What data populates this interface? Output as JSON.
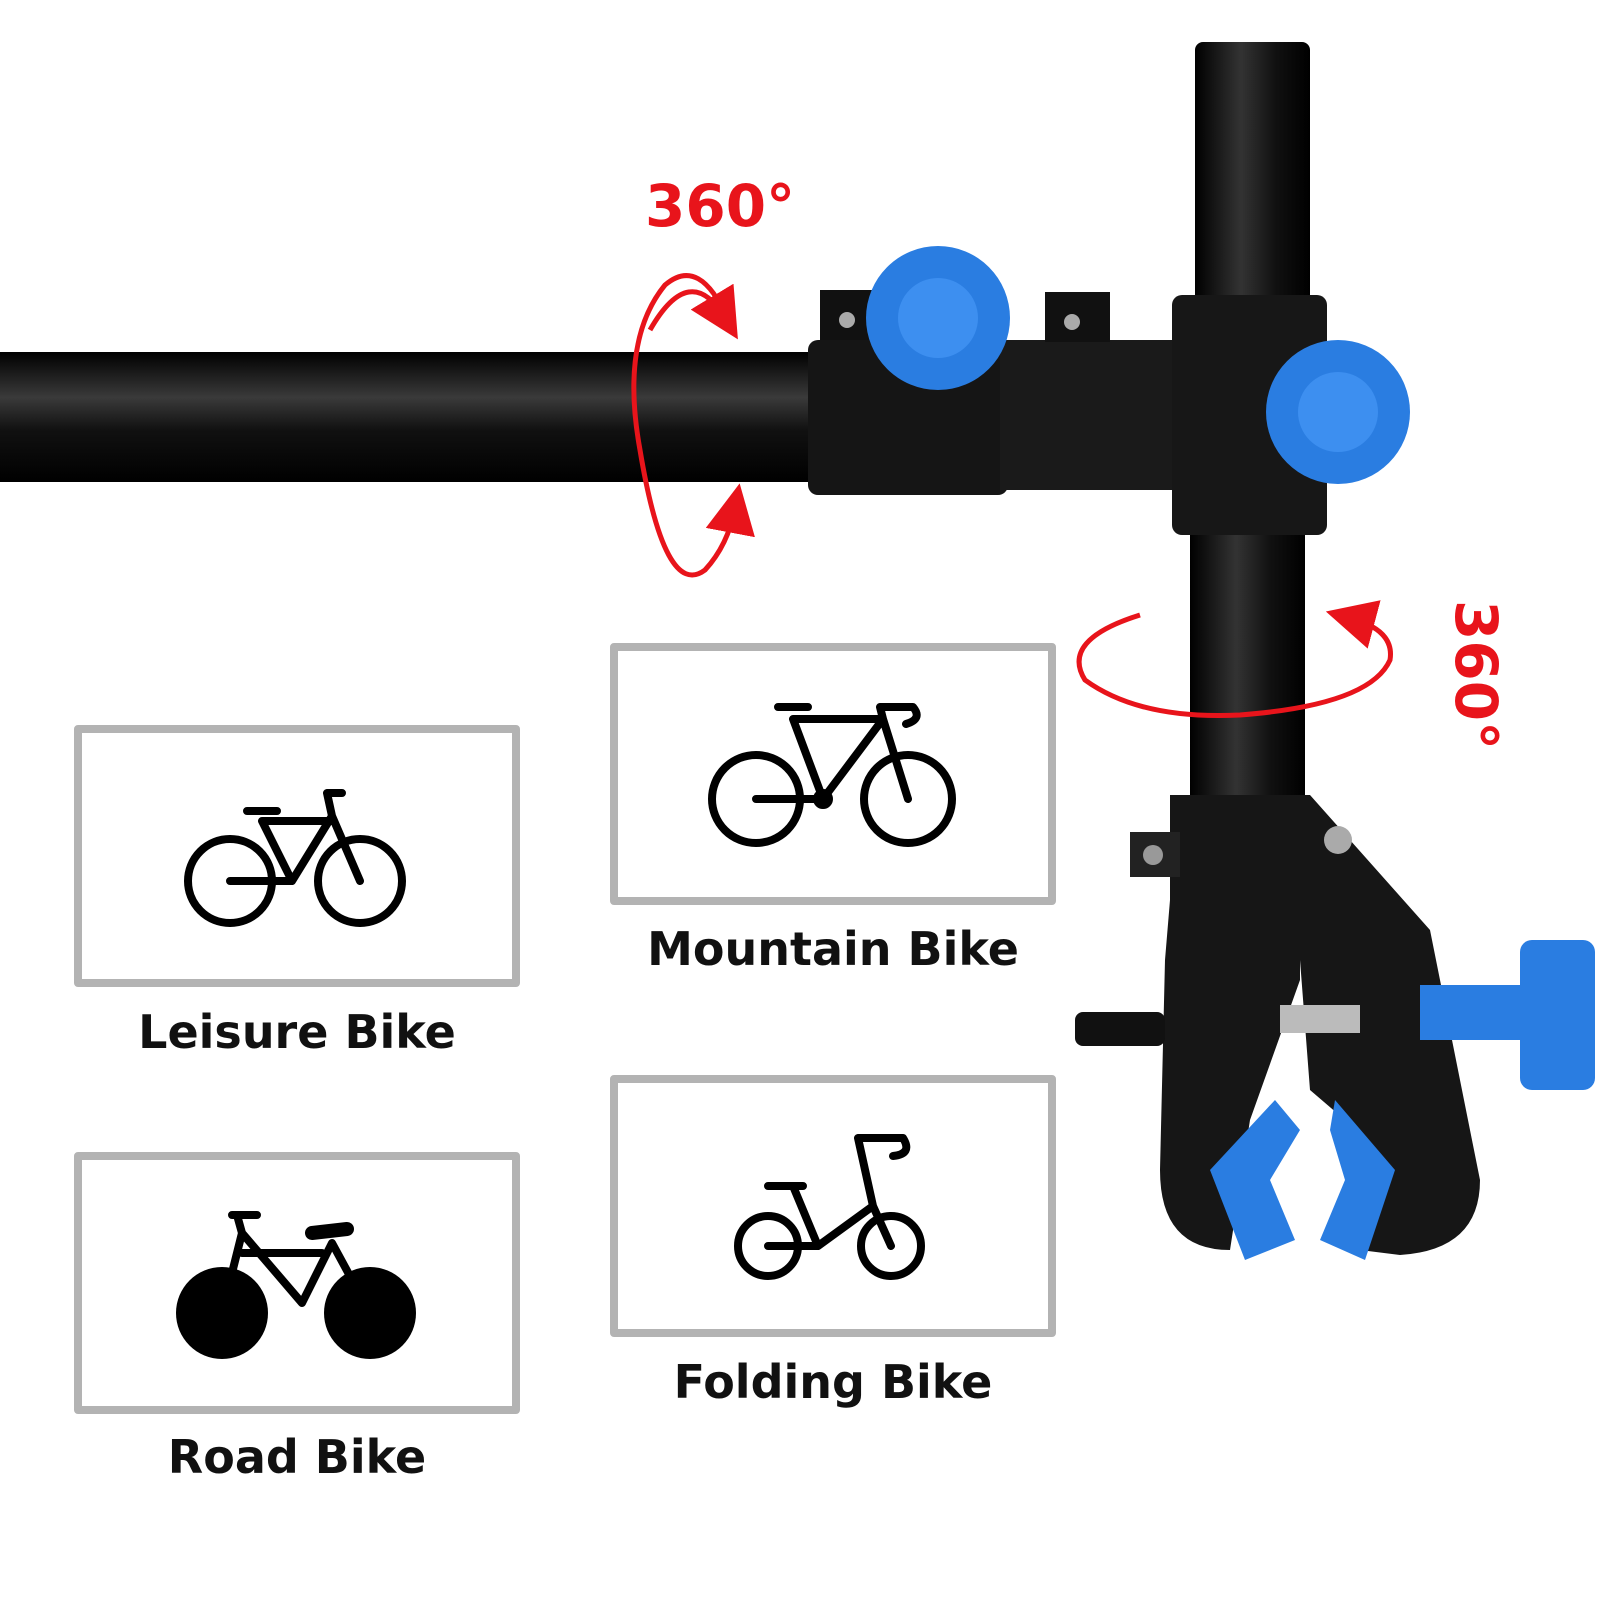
{
  "rotation_labels": {
    "horizontal": "360°",
    "vertical": "360°"
  },
  "colors": {
    "accent_red": "#e8141b",
    "knob_blue": "#2a7de1",
    "tube_black": "#111111",
    "box_border": "#b3b3b3"
  },
  "bike_types": [
    {
      "label": "Leisure Bike",
      "icon": "leisure-bike-icon"
    },
    {
      "label": "Mountain Bike",
      "icon": "mountain-bike-icon"
    },
    {
      "label": "Road Bike",
      "icon": "road-bike-icon"
    },
    {
      "label": "Folding Bike",
      "icon": "folding-bike-icon"
    }
  ]
}
